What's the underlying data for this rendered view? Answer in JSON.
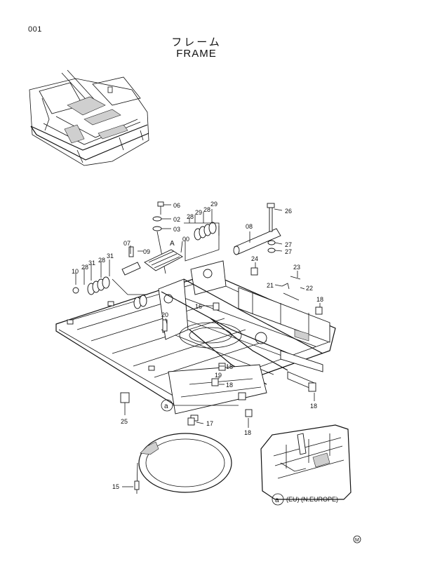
{
  "header": {
    "page_number": "001",
    "title_jp": "フレーム",
    "title_en": "FRAME"
  },
  "callouts": [
    {
      "id": "c01",
      "text": "06"
    },
    {
      "id": "c02",
      "text": "02"
    },
    {
      "id": "c03",
      "text": "03"
    },
    {
      "id": "c04",
      "text": "26"
    },
    {
      "id": "c05",
      "text": "28"
    },
    {
      "id": "c06",
      "text": "29"
    },
    {
      "id": "c07",
      "text": "28"
    },
    {
      "id": "c08",
      "text": "29"
    },
    {
      "id": "c09",
      "text": "08"
    },
    {
      "id": "c10",
      "text": "07"
    },
    {
      "id": "c11",
      "text": "09"
    },
    {
      "id": "c12",
      "text": "00"
    },
    {
      "id": "c13",
      "text": "A"
    },
    {
      "id": "c14",
      "text": "27"
    },
    {
      "id": "c15",
      "text": "27"
    },
    {
      "id": "c16",
      "text": "10"
    },
    {
      "id": "c17",
      "text": "28"
    },
    {
      "id": "c18",
      "text": "31"
    },
    {
      "id": "c19",
      "text": "28"
    },
    {
      "id": "c20",
      "text": "31"
    },
    {
      "id": "c21",
      "text": "24"
    },
    {
      "id": "c22",
      "text": "23"
    },
    {
      "id": "c23",
      "text": "21"
    },
    {
      "id": "c24",
      "text": "22"
    },
    {
      "id": "c25",
      "text": "16"
    },
    {
      "id": "c26",
      "text": "18"
    },
    {
      "id": "c27",
      "text": "20"
    },
    {
      "id": "c28",
      "text": "18"
    },
    {
      "id": "c29",
      "text": "19"
    },
    {
      "id": "c30",
      "text": "18"
    },
    {
      "id": "c31",
      "text": "25"
    },
    {
      "id": "c32",
      "text": "17"
    },
    {
      "id": "c33",
      "text": "18"
    },
    {
      "id": "c34",
      "text": "15"
    }
  ],
  "detail_ref": "a",
  "detail_ref_2": "a",
  "detail_caption": "(EU) (N.EUROPE)",
  "mark": "M"
}
